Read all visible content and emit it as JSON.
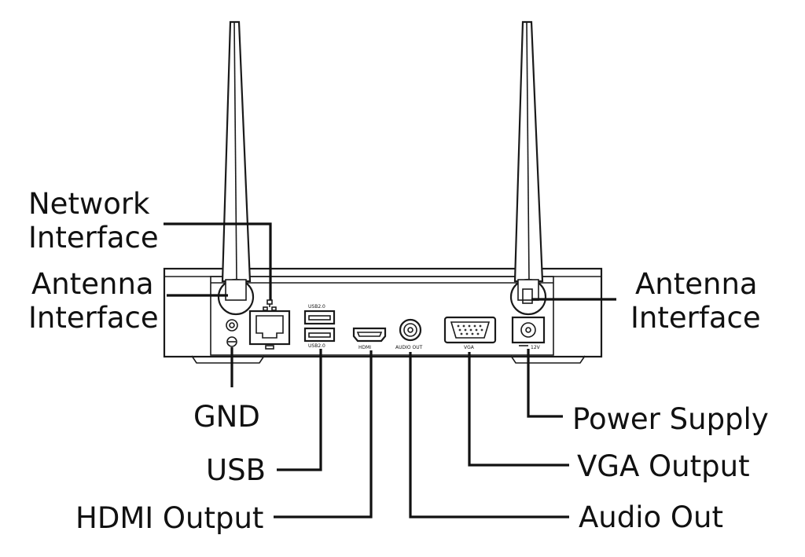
{
  "labels": {
    "network_interface": [
      "Network",
      "Interface"
    ],
    "antenna_interface_left": [
      "Antenna",
      "Interface"
    ],
    "antenna_interface_right": [
      "Antenna",
      "Interface"
    ],
    "gnd": "GND",
    "usb": "USB",
    "hdmi_output": "HDMI Output",
    "power_supply": "Power Supply",
    "vga_output": "VGA Output",
    "audio_out": "Audio Out"
  },
  "panel_markings": {
    "usb_top": "USB2.0",
    "usb_bottom": "USB2.0",
    "hdmi": "HDMI",
    "audio": "AUDIO OUT",
    "vga": "VGA",
    "power": "12V"
  }
}
